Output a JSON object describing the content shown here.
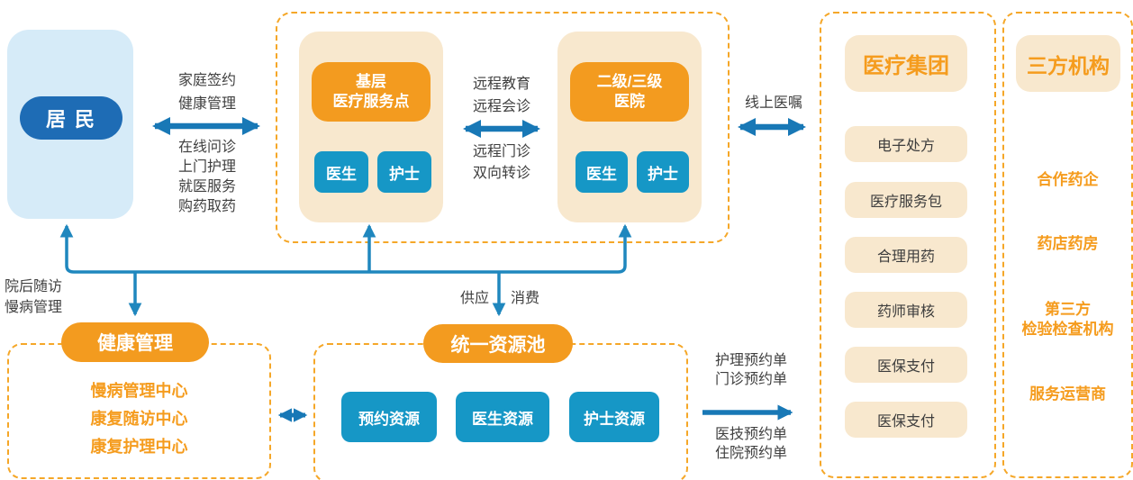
{
  "colors": {
    "arrow_blue": "#1878B6",
    "connector_blue": "#1F87BE",
    "orange": "#F39B1F",
    "cream": "#F8E8CE",
    "blue_box": "#1697C6",
    "dark_blue_pill": "#1E6CB5",
    "light_blue_panel": "#D6EBF8",
    "dashed_border": "#F5A728",
    "label_text": "#404040",
    "orange_text": "#F59C1E"
  },
  "nodes": {
    "resident": {
      "label": "居 民"
    },
    "primary_care": {
      "line1": "基层",
      "line2": "医疗服务点",
      "doctor": "医生",
      "nurse": "护士"
    },
    "hospital": {
      "line1": "二级/三级",
      "line2": "医院",
      "doctor": "医生",
      "nurse": "护士"
    },
    "medical_group": {
      "title": "医疗集团",
      "items": [
        "电子处方",
        "医疗服务包",
        "合理用药",
        "药师审核",
        "医保支付",
        "医保支付"
      ]
    },
    "third_party": {
      "title": "三方机构",
      "items": [
        [
          "合作药企"
        ],
        [
          "药店药房"
        ],
        [
          "第三方",
          "检验检查机构"
        ],
        [
          "服务运营商"
        ]
      ]
    },
    "health_mgmt": {
      "title": "健康管理",
      "items": [
        "慢病管理中心",
        "康复随访中心",
        "康复护理中心"
      ]
    },
    "resource_pool": {
      "title": "统一资源池",
      "items": [
        "预约资源",
        "医生资源",
        "护士资源"
      ]
    }
  },
  "edges": {
    "family_sign": {
      "above": [
        "家庭签约",
        "健康管理"
      ],
      "below": [
        "在线问诊",
        "上门护理",
        "就医服务",
        "购药取药"
      ]
    },
    "remote": {
      "above": [
        "远程教育",
        "远程会诊"
      ],
      "below": [
        "远程门诊",
        "双向转诊"
      ]
    },
    "online_order": {
      "label": "线上医嘱"
    },
    "post_hospital": {
      "lines": [
        "院后随访",
        "慢病管理"
      ]
    },
    "supply_label": "供应",
    "consume_label": "消费",
    "booking": {
      "above": [
        "护理预约单",
        "门诊预约单"
      ],
      "below": [
        "医技预约单",
        "住院预约单"
      ]
    }
  }
}
